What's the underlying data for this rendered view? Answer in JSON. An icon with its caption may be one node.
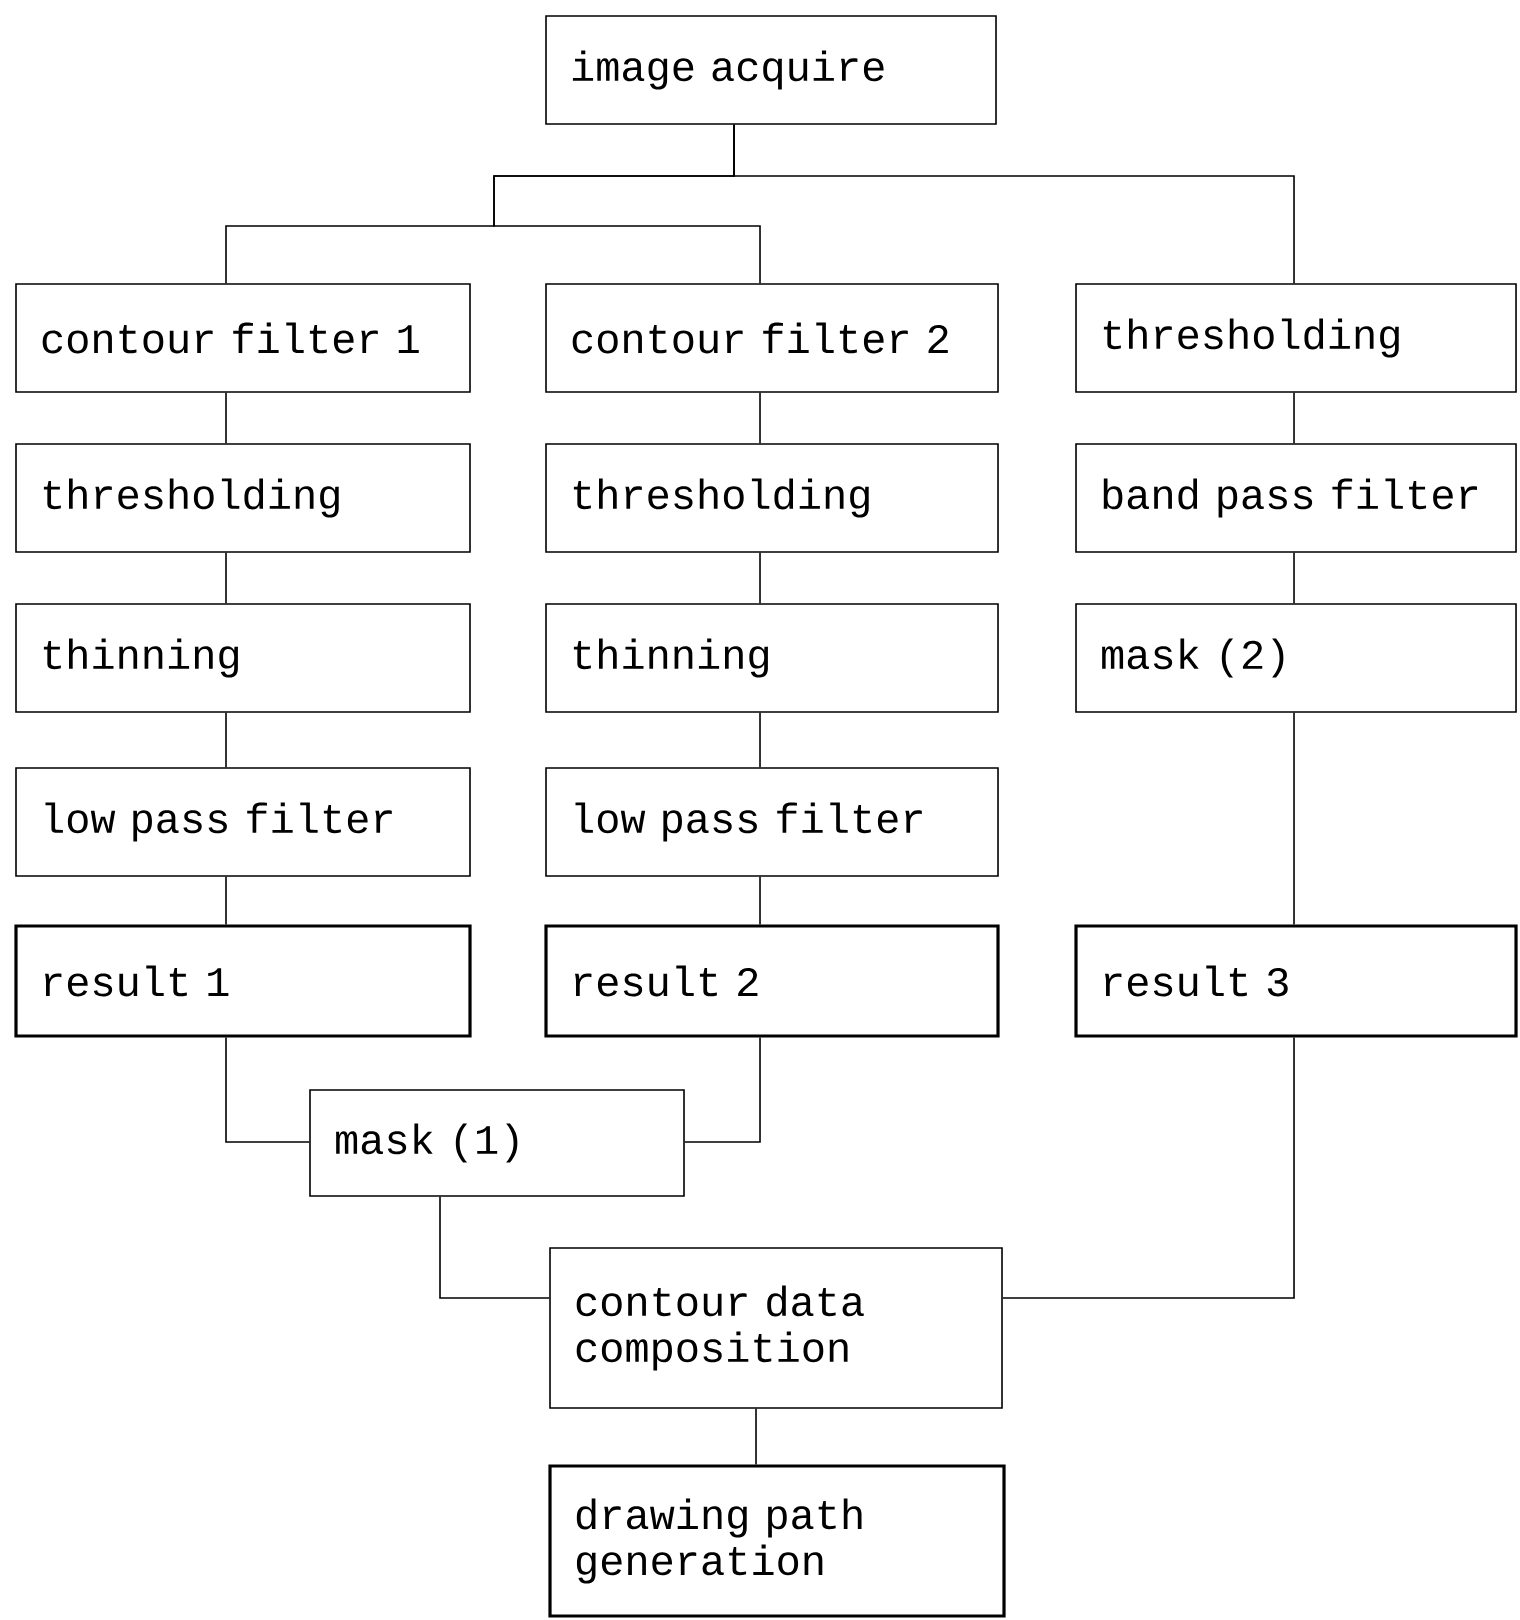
{
  "diagram": {
    "nodes": [
      {
        "text": [
          "image acquire"
        ]
      },
      {
        "text": [
          "contour filter 1"
        ]
      },
      {
        "text": [
          "contour filter 2"
        ]
      },
      {
        "text": [
          "thresholding"
        ]
      },
      {
        "text": [
          "thresholding"
        ]
      },
      {
        "text": [
          "thresholding"
        ]
      },
      {
        "text": [
          "band pass filter"
        ]
      },
      {
        "text": [
          "thinning"
        ]
      },
      {
        "text": [
          "thinning"
        ]
      },
      {
        "text": [
          "mask (2)"
        ]
      },
      {
        "text": [
          "low pass filter"
        ]
      },
      {
        "text": [
          "low pass filter"
        ]
      },
      {
        "text": [
          "result 1"
        ]
      },
      {
        "text": [
          "result 2"
        ]
      },
      {
        "text": [
          "result 3"
        ]
      },
      {
        "text": [
          "mask (1)"
        ]
      },
      {
        "text": [
          "contour data composition"
        ]
      },
      {
        "text": [
          "drawing path generation"
        ]
      }
    ],
    "edges": [
      {
        "from": 0,
        "to": 1,
        "arrow": "none"
      },
      {
        "from": 0,
        "to": 2,
        "arrow": "none"
      },
      {
        "from": 0,
        "to": 3,
        "arrow": "none"
      },
      {
        "from": 1,
        "to": 4,
        "arrow": "none"
      },
      {
        "from": 2,
        "to": 5,
        "arrow": "none"
      },
      {
        "from": 3,
        "to": 6,
        "arrow": "none"
      },
      {
        "from": 4,
        "to": 7,
        "arrow": "none"
      },
      {
        "from": 5,
        "to": 8,
        "arrow": "none"
      },
      {
        "from": 6,
        "to": 9,
        "arrow": "none"
      },
      {
        "from": 7,
        "to": 10,
        "arrow": "none"
      },
      {
        "from": 8,
        "to": 11,
        "arrow": "none"
      },
      {
        "from": 9,
        "to": 14,
        "arrow": "none"
      },
      {
        "from": 10,
        "to": 12,
        "arrow": "none"
      },
      {
        "from": 11,
        "to": 13,
        "arrow": "none"
      },
      {
        "from": 12,
        "to": 15,
        "arrow": "none"
      },
      {
        "from": 13,
        "to": 15,
        "arrow": "none"
      },
      {
        "from": 15,
        "to": 16,
        "arrow": "none"
      },
      {
        "from": 14,
        "to": 16,
        "arrow": "none"
      },
      {
        "from": 16,
        "to": 17,
        "arrow": "none"
      }
    ]
  }
}
